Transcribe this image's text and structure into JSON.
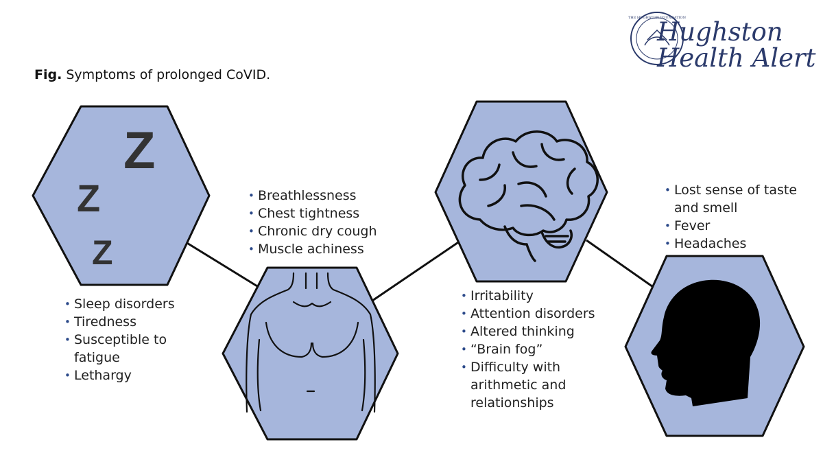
{
  "caption": {
    "prefix": "Fig.",
    "text": "Symptoms of prolonged CoVID."
  },
  "brand": {
    "line1": "Hughston",
    "line2": "Health Alert",
    "seal_text": "THE HUGHSTON FOUNDATION"
  },
  "colors": {
    "hex_fill": "#a6b6dc",
    "hex_stroke": "#111111",
    "icon": "#333333",
    "brand": "#2b3a6b",
    "bullet": "#2c4a8a"
  },
  "icons": {
    "sleep": "sleep-zzz-icon",
    "body": "human-torso-icon",
    "brain": "brain-icon",
    "head": "head-silhouette-icon",
    "logo": "foundation-seal-icon"
  },
  "sleep_glyph": "Z",
  "groups": {
    "sleep": [
      "Sleep disorders",
      "Tiredness",
      "Susceptible to fatigue",
      "Lethargy"
    ],
    "body": [
      "Breathlessness",
      "Chest tightness",
      "Chronic dry cough",
      "Muscle achiness"
    ],
    "brain": [
      "Irritability",
      "Attention disorders",
      "Altered thinking",
      "“Brain fog”",
      "Difficulty with arithmetic and relationships"
    ],
    "head": [
      "Lost sense of taste and smell",
      "Fever",
      "Headaches"
    ]
  }
}
